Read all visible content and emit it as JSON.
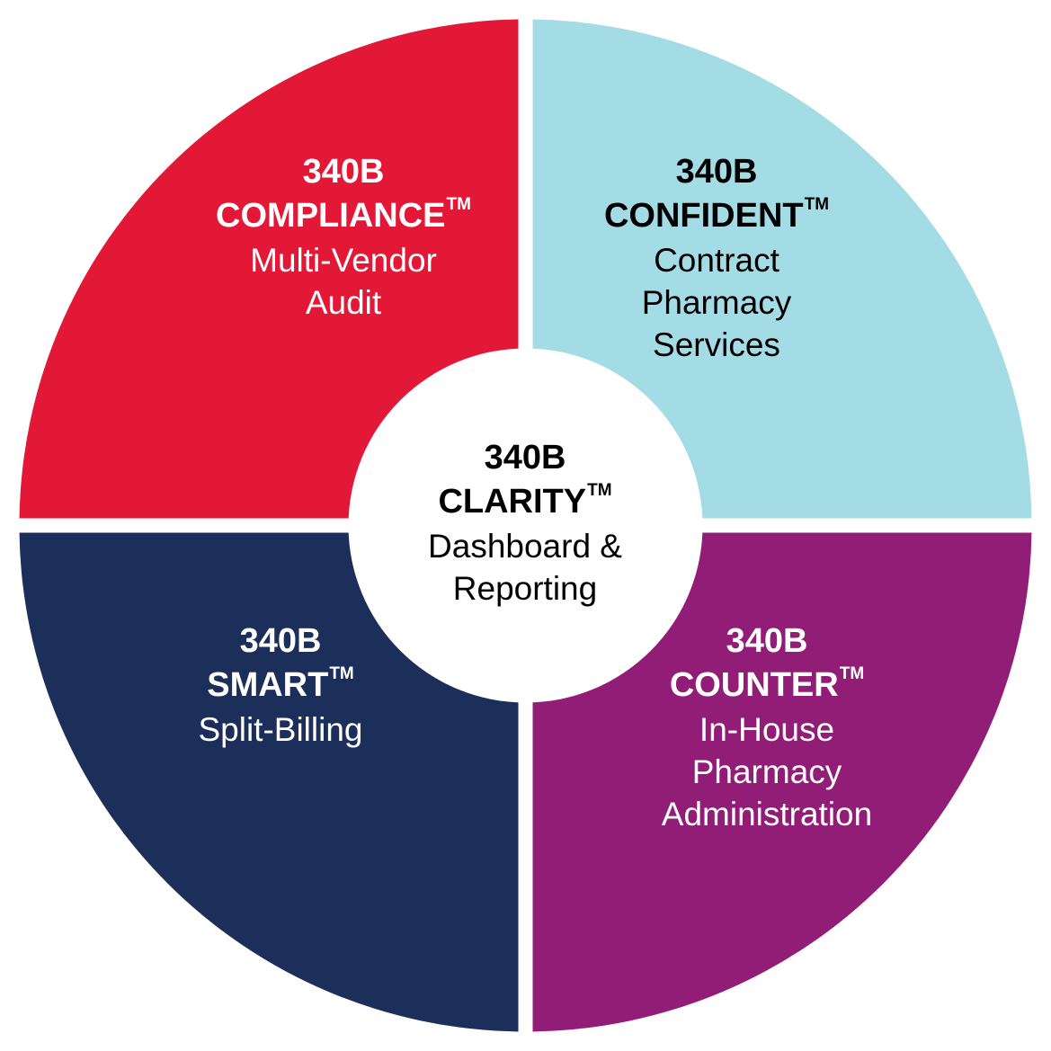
{
  "colors": {
    "compliance": "#E31837",
    "confident": "#A4DCE6",
    "smart": "#1C2F5A",
    "counter": "#921D77",
    "center": "#FFFFFF"
  },
  "quadrants": {
    "compliance": {
      "title": "340B",
      "name": "COMPLIANCE",
      "tm": "TM",
      "desc_lines": [
        "Multi-Vendor",
        "Audit"
      ]
    },
    "confident": {
      "title": "340B",
      "name": "CONFIDENT",
      "tm": "TM",
      "desc_lines": [
        "Contract",
        "Pharmacy",
        "Services"
      ]
    },
    "smart": {
      "title": "340B",
      "name": "SMART",
      "tm": "TM",
      "desc_lines": [
        "Split-Billing"
      ]
    },
    "counter": {
      "title": "340B",
      "name": "COUNTER",
      "tm": "TM",
      "desc_lines": [
        "In-House",
        "Pharmacy",
        "Administration"
      ]
    }
  },
  "center": {
    "title": "340B",
    "name": "CLARITY",
    "tm": "TM",
    "desc_lines": [
      "Dashboard &",
      "Reporting"
    ]
  }
}
